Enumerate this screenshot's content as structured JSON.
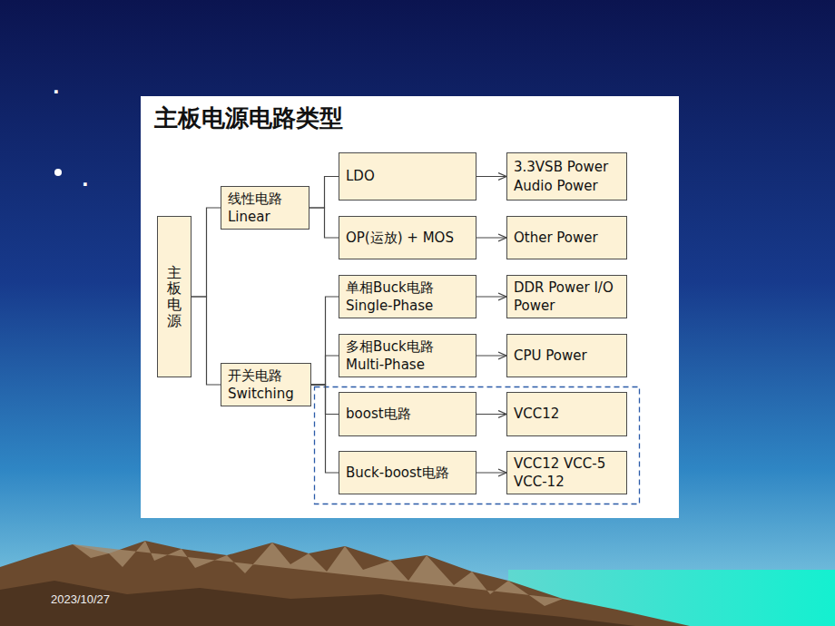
{
  "diagram": {
    "title": "主板电源电路类型",
    "nodes": [
      {
        "text": [
          "主板电源"
        ]
      },
      {
        "text": [
          "线性电路 Linear"
        ]
      },
      {
        "text": [
          "开关电路 Switching"
        ]
      },
      {
        "text": [
          "LDO"
        ]
      },
      {
        "text": [
          "3.3VSB Power Audio Power"
        ]
      },
      {
        "text": [
          "OP(运放) + MOS"
        ]
      },
      {
        "text": [
          "Other Power"
        ]
      },
      {
        "text": [
          "单相Buck电路 Single-Phase"
        ]
      },
      {
        "text": [
          "DDR Power I/O Power"
        ]
      },
      {
        "text": [
          "多相Buck电路 Multi-Phase"
        ]
      },
      {
        "text": [
          "CPU Power"
        ]
      },
      {
        "text": [
          "boost电路"
        ]
      },
      {
        "text": [
          "VCC12"
        ]
      },
      {
        "text": [
          "Buck-boost电路"
        ]
      },
      {
        "text": [
          "VCC12 VCC-5 VCC-12"
        ]
      }
    ],
    "edges": [
      {
        "from": 0,
        "to": 1,
        "arrow": "none"
      },
      {
        "from": 0,
        "to": 2,
        "arrow": "none"
      },
      {
        "from": 1,
        "to": 3,
        "arrow": "none"
      },
      {
        "from": 1,
        "to": 5,
        "arrow": "none"
      },
      {
        "from": 2,
        "to": 7,
        "arrow": "none"
      },
      {
        "from": 2,
        "to": 9,
        "arrow": "none"
      },
      {
        "from": 2,
        "to": 11,
        "arrow": "none"
      },
      {
        "from": 2,
        "to": 13,
        "arrow": "none"
      },
      {
        "from": 3,
        "to": 4,
        "arrow": "to"
      },
      {
        "from": 5,
        "to": 6,
        "arrow": "to"
      },
      {
        "from": 7,
        "to": 8,
        "arrow": "to"
      },
      {
        "from": 9,
        "to": 10,
        "arrow": "to"
      },
      {
        "from": 11,
        "to": 12,
        "arrow": "to"
      },
      {
        "from": 13,
        "to": 14,
        "arrow": "to"
      }
    ],
    "labels": [
      ".",
      ".",
      "2023/10/27"
    ]
  }
}
